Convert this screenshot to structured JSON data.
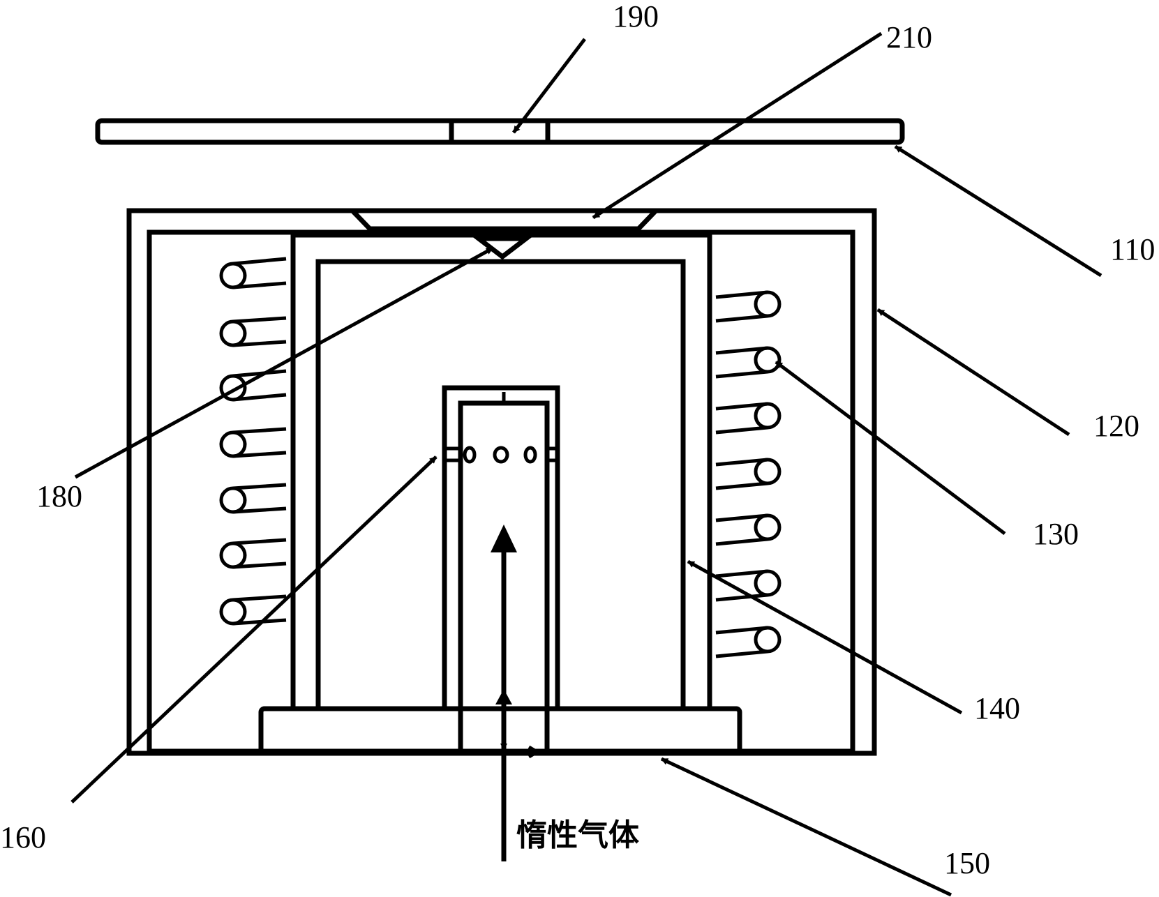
{
  "labels": {
    "l110": "110",
    "l120": "120",
    "l130": "130",
    "l140": "140",
    "l150": "150",
    "l160": "160",
    "l180": "180",
    "l190": "190",
    "l210": "210"
  },
  "gas_label": "惰性气体",
  "colors": {
    "line": "#000000",
    "background": "#ffffff"
  }
}
